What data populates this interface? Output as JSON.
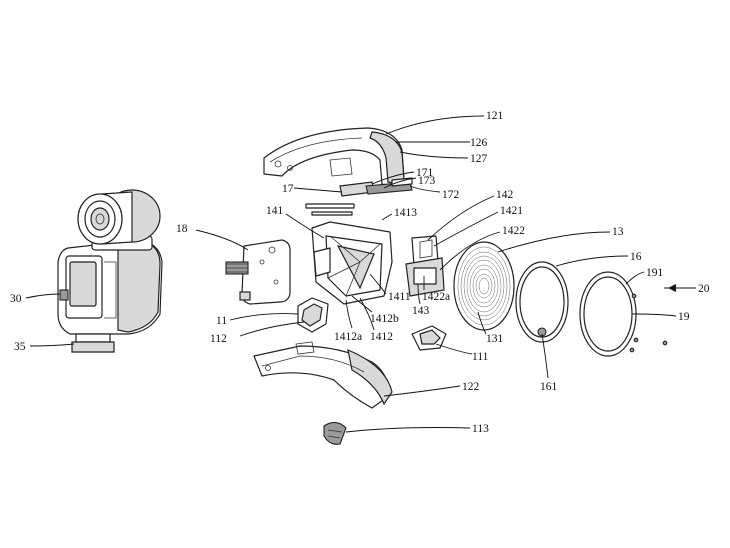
{
  "labels": {
    "l121": "121",
    "l126": "126",
    "l127": "127",
    "l17": "17",
    "l171": "171",
    "l173": "173",
    "l172": "172",
    "l142": "142",
    "l1421": "1421",
    "l1413": "1413",
    "l141": "141",
    "l1422": "1422",
    "l13": "13",
    "l16": "16",
    "l191": "191",
    "l20": "20",
    "l19": "19",
    "l18": "18",
    "l30": "30",
    "l35": "35",
    "l11": "11",
    "l112": "112",
    "l1411": "1411",
    "l1422a": "1422a",
    "l143": "143",
    "l1412b": "1412b",
    "l1412a": "1412a",
    "l1412": "1412",
    "l131": "131",
    "l111": "111",
    "l161": "161",
    "l122": "122",
    "l113": "113"
  }
}
